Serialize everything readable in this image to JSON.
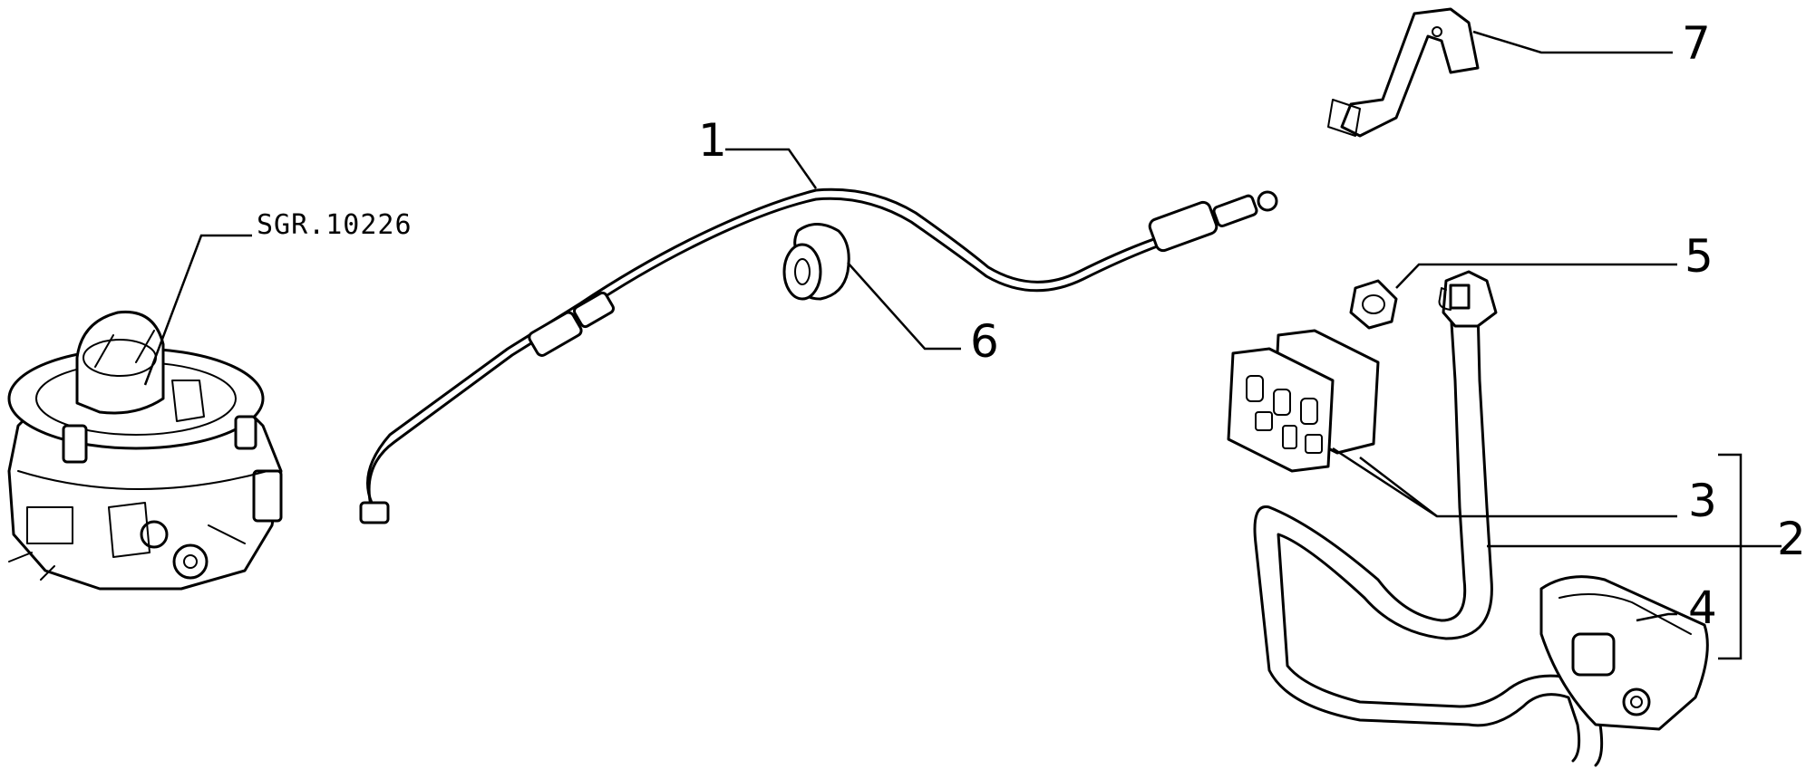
{
  "reference_code": "SGR.10226",
  "callouts": {
    "c1": "1",
    "c2": "2",
    "c3": "3",
    "c4": "4",
    "c5": "5",
    "c6": "6",
    "c7": "7"
  }
}
